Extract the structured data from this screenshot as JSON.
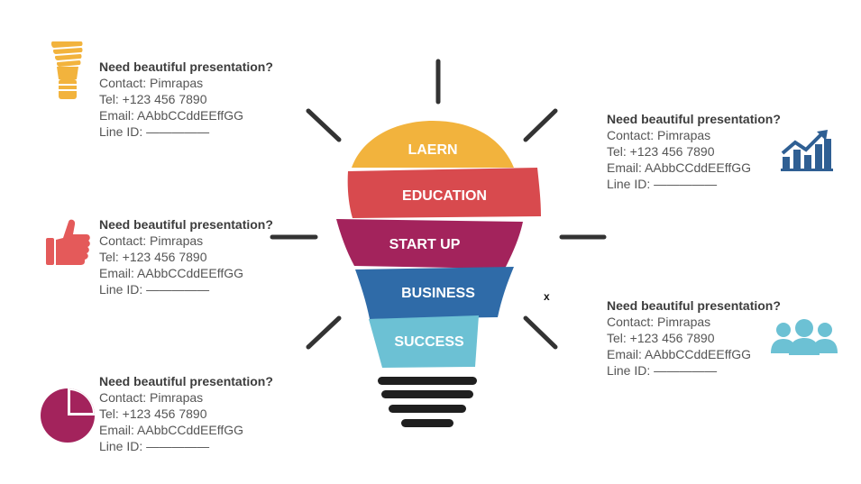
{
  "bulb": {
    "layers": [
      {
        "label": "LAERN",
        "color": "#F2B33D"
      },
      {
        "label": "EDUCATION",
        "color": "#D84A4E"
      },
      {
        "label": "START UP",
        "color": "#A3235C"
      },
      {
        "label": "BUSINESS",
        "color": "#2F6BA8"
      },
      {
        "label": "SUCCESS",
        "color": "#6CC1D4"
      }
    ],
    "ray_color": "#333333",
    "base_color": "#1f1f1f"
  },
  "cards": [
    {
      "title": "Need beautiful presentation?",
      "contact": "Contact: Pimrapas",
      "tel": "Tel: +123 456 7890",
      "email": "Email: AAbbCCddEEffGG",
      "line": "Line ID: —————",
      "icon": "lightbulb-icon",
      "color": "#F2B33D"
    },
    {
      "title": "Need beautiful presentation?",
      "contact": "Contact: Pimrapas",
      "tel": "Tel: +123 456 7890",
      "email": "Email: AAbbCCddEEffGG",
      "line": "Line ID: —————",
      "icon": "thumbs-up-icon",
      "color": "#E45A5A"
    },
    {
      "title": "Need beautiful presentation?",
      "contact": "Contact: Pimrapas",
      "tel": "Tel: +123 456 7890",
      "email": "Email: AAbbCCddEEffGG",
      "line": "Line ID: —————",
      "icon": "pie-chart-icon",
      "color": "#A3235C"
    },
    {
      "title": "Need beautiful presentation?",
      "contact": "Contact: Pimrapas",
      "tel": "Tel: +123 456 7890",
      "email": "Email: AAbbCCddEEffGG",
      "line": "Line ID: —————",
      "icon": "growth-chart-icon",
      "color": "#2F5F93"
    },
    {
      "title": "Need beautiful presentation?",
      "contact": "Contact: Pimrapas",
      "tel": "Tel: +123 456 7890",
      "email": "Email: AAbbCCddEEffGG",
      "line": "Line ID: —————",
      "icon": "team-icon",
      "color": "#6CC1D4"
    }
  ],
  "stray_mark": "x"
}
